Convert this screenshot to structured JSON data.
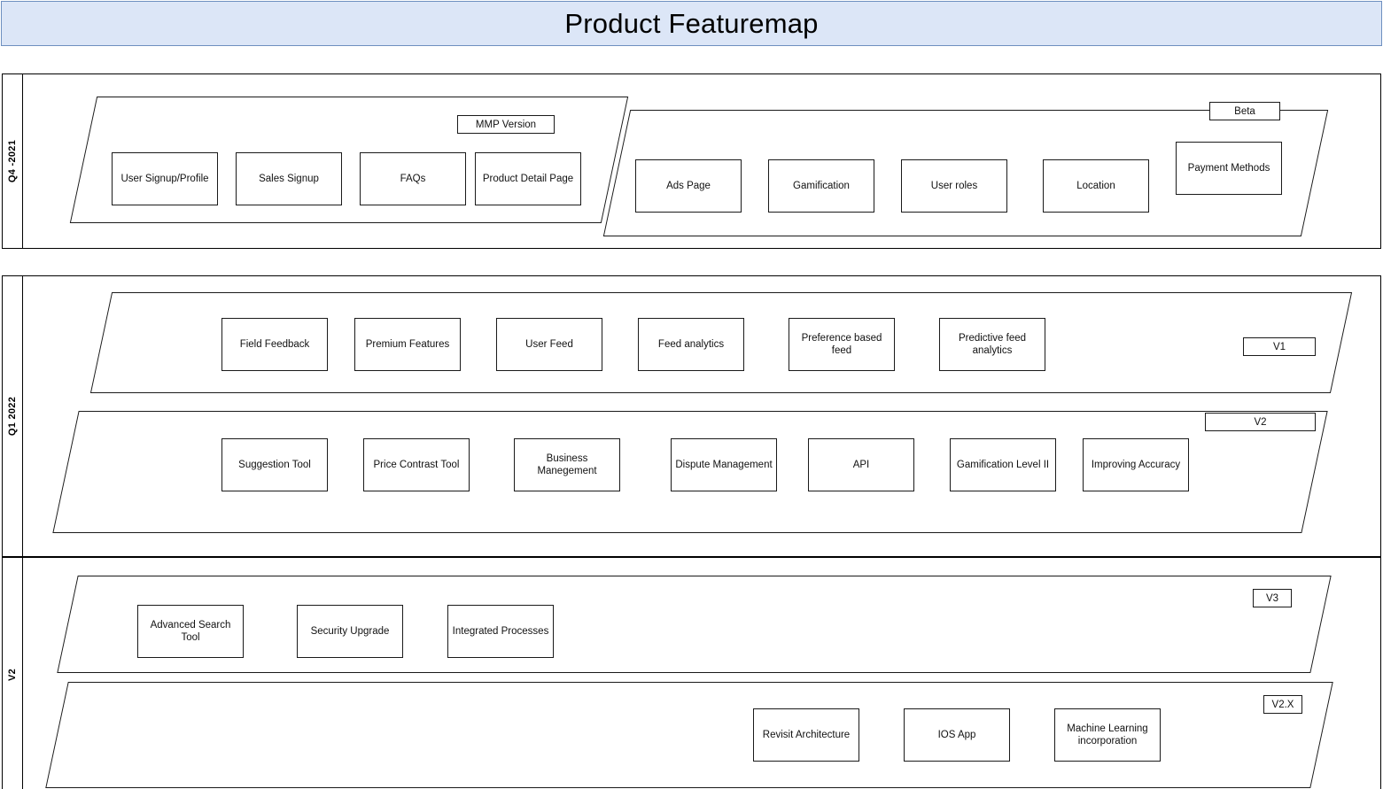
{
  "header": {
    "title": "Product Featuremap",
    "background_color": "#dce6f7",
    "border_color": "#6e8fc0"
  },
  "bands": [
    {
      "label": "Q4 -2021",
      "lanes": [
        {
          "badge": "MMP Version",
          "cards": [
            "User Signup/Profile",
            "Sales Signup",
            "FAQs",
            "Product Detail Page"
          ]
        },
        {
          "badge": "Beta",
          "cards": [
            "Ads Page",
            "Gamification",
            "User roles",
            "Location",
            "Payment Methods"
          ]
        }
      ]
    },
    {
      "label": "Q1 2022",
      "lanes": [
        {
          "badge": "V1",
          "cards": [
            "Field Feedback",
            "Premium Features",
            "User Feed",
            "Feed analytics",
            "Preference based feed",
            "Predictive feed analytics"
          ]
        },
        {
          "badge": "V2",
          "cards": [
            "Suggestion Tool",
            "Price Contrast Tool",
            "Business Manegement",
            "Dispute Management",
            "API",
            "Gamification Level II",
            "Improving  Accuracy"
          ]
        }
      ]
    },
    {
      "label": "V2",
      "lanes": [
        {
          "badge": "V3",
          "cards": [
            "Advanced Search Tool",
            "Security Upgrade",
            "Integrated Processes"
          ]
        },
        {
          "badge": "V2.X",
          "cards": [
            "Revisit Architecture",
            "IOS App",
            "Machine Learning incorporation"
          ]
        }
      ]
    }
  ]
}
